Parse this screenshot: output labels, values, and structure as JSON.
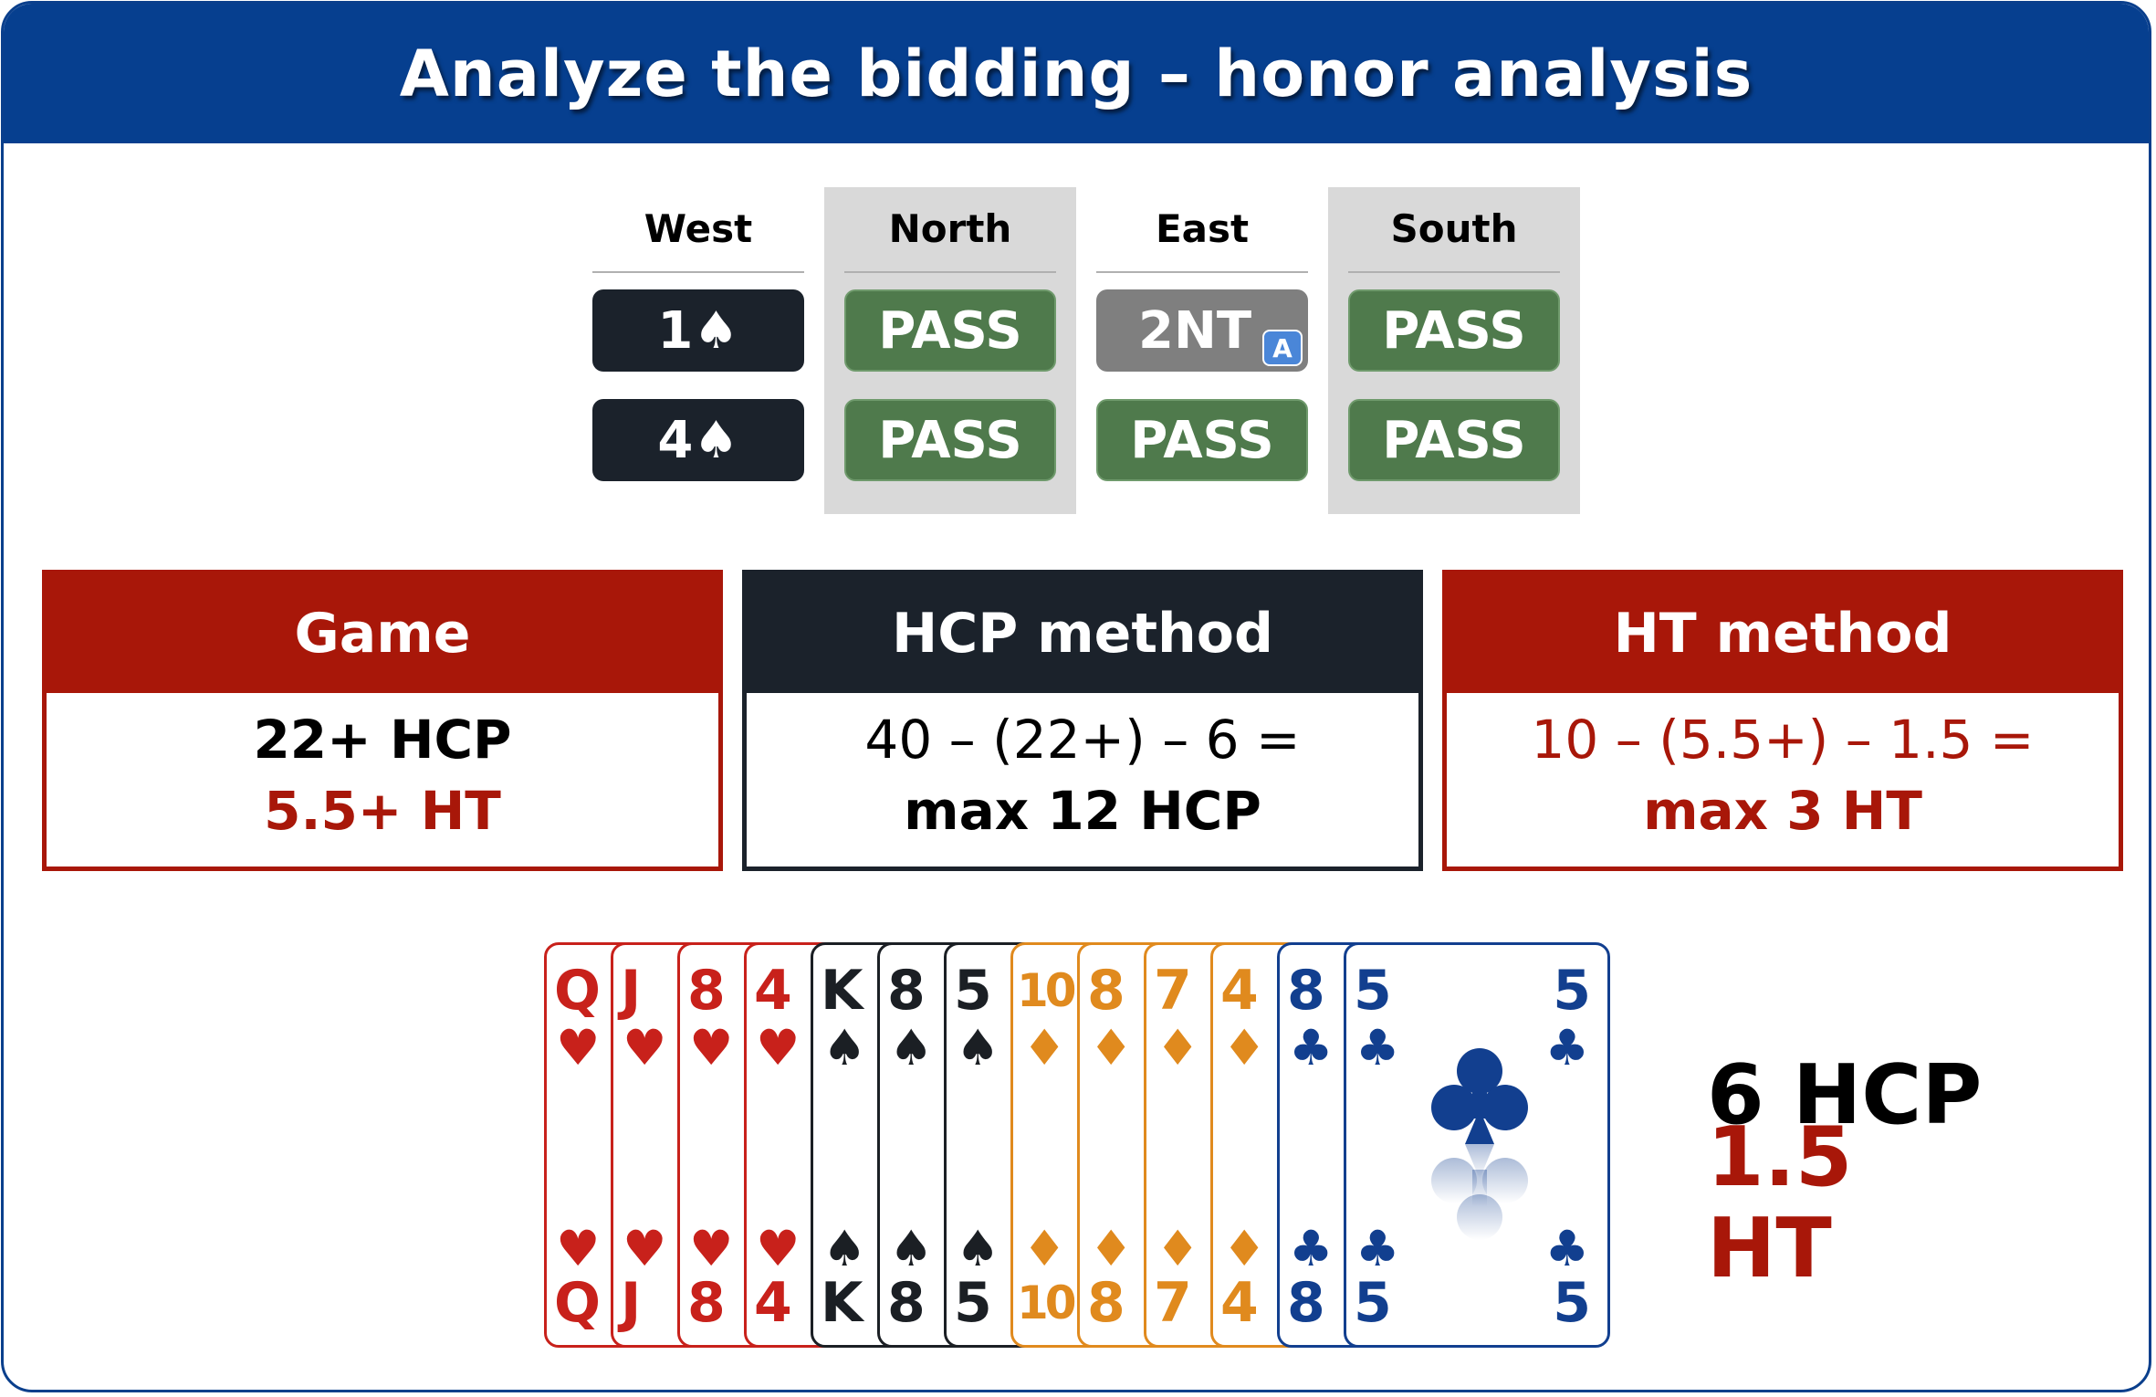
{
  "title": "Analyze the bidding – honor analysis",
  "bidding": {
    "headers": [
      "West",
      "North",
      "East",
      "South"
    ],
    "row1": [
      "1♠",
      "PASS",
      "2NT",
      "PASS"
    ],
    "row2": [
      "4♠",
      "PASS",
      "PASS",
      "PASS"
    ],
    "alert_label": "A"
  },
  "methods": {
    "game": {
      "title": "Game",
      "line1": "22+ HCP",
      "line2": "5.5+ HT"
    },
    "hcp": {
      "title": "HCP method",
      "line1": "40 – (22+) – 6 =",
      "line2": "max 12 HCP"
    },
    "ht": {
      "title": "HT method",
      "line1": "10 – (5.5+) – 1.5 =",
      "line2": "max 3 HT"
    }
  },
  "hand": {
    "cards": [
      {
        "rank": "Q",
        "suit": "♥",
        "color": "red"
      },
      {
        "rank": "J",
        "suit": "♥",
        "color": "red"
      },
      {
        "rank": "8",
        "suit": "♥",
        "color": "red"
      },
      {
        "rank": "4",
        "suit": "♥",
        "color": "red"
      },
      {
        "rank": "K",
        "suit": "♠",
        "color": "black"
      },
      {
        "rank": "8",
        "suit": "♠",
        "color": "black"
      },
      {
        "rank": "5",
        "suit": "♠",
        "color": "black"
      },
      {
        "rank": "10",
        "suit": "♦",
        "color": "orange"
      },
      {
        "rank": "8",
        "suit": "♦",
        "color": "orange"
      },
      {
        "rank": "7",
        "suit": "♦",
        "color": "orange"
      },
      {
        "rank": "4",
        "suit": "♦",
        "color": "orange"
      },
      {
        "rank": "8",
        "suit": "♣",
        "color": "blue"
      },
      {
        "rank": "5",
        "suit": "♣",
        "color": "blue"
      }
    ],
    "hcp": "6 HCP",
    "ht": "1.5 HT"
  },
  "colors": {
    "header": "#063f8f",
    "red": "#a81709",
    "dark": "#1b222b",
    "pass_green": "#4f7a4c",
    "alert_blue": "#4a86d8"
  }
}
